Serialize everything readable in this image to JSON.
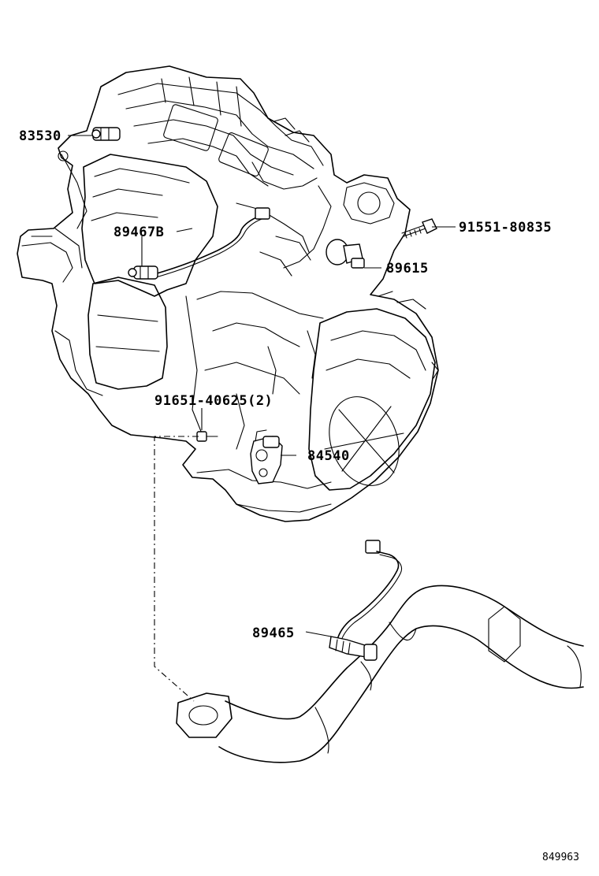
{
  "callouts": {
    "p83530": "83530",
    "p89467b": "89467B",
    "p91551": "91551-80835",
    "p89615": "89615",
    "p91651": "91651-40625(2)",
    "p84540": "84540",
    "p89465": "89465"
  },
  "figure_number": "849963"
}
